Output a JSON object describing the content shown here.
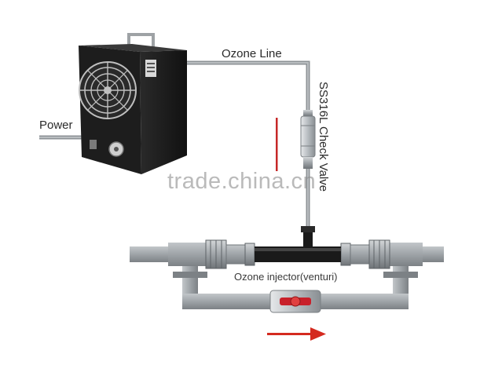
{
  "labels": {
    "power": "Power",
    "ozone_line": "Ozone Line",
    "check_valve": "SS316L Check Valve",
    "injector": "Ozone injector(venturi)"
  },
  "watermark": "trade.china.cn",
  "colors": {
    "pipe": "#9a9fa3",
    "pipe_dark": "#6d7276",
    "generator_body": "#1c1c1c",
    "injector_body": "#1a1a1a",
    "flow_arrow": "#d42a1f",
    "ball_valve": "#c8202a"
  },
  "icons": {
    "generator": "ozone-generator-icon",
    "fan": "fan-icon",
    "check_valve": "check-valve-icon",
    "ball_valve": "ball-valve-icon",
    "flow_arrow": "flow-arrow-icon"
  }
}
